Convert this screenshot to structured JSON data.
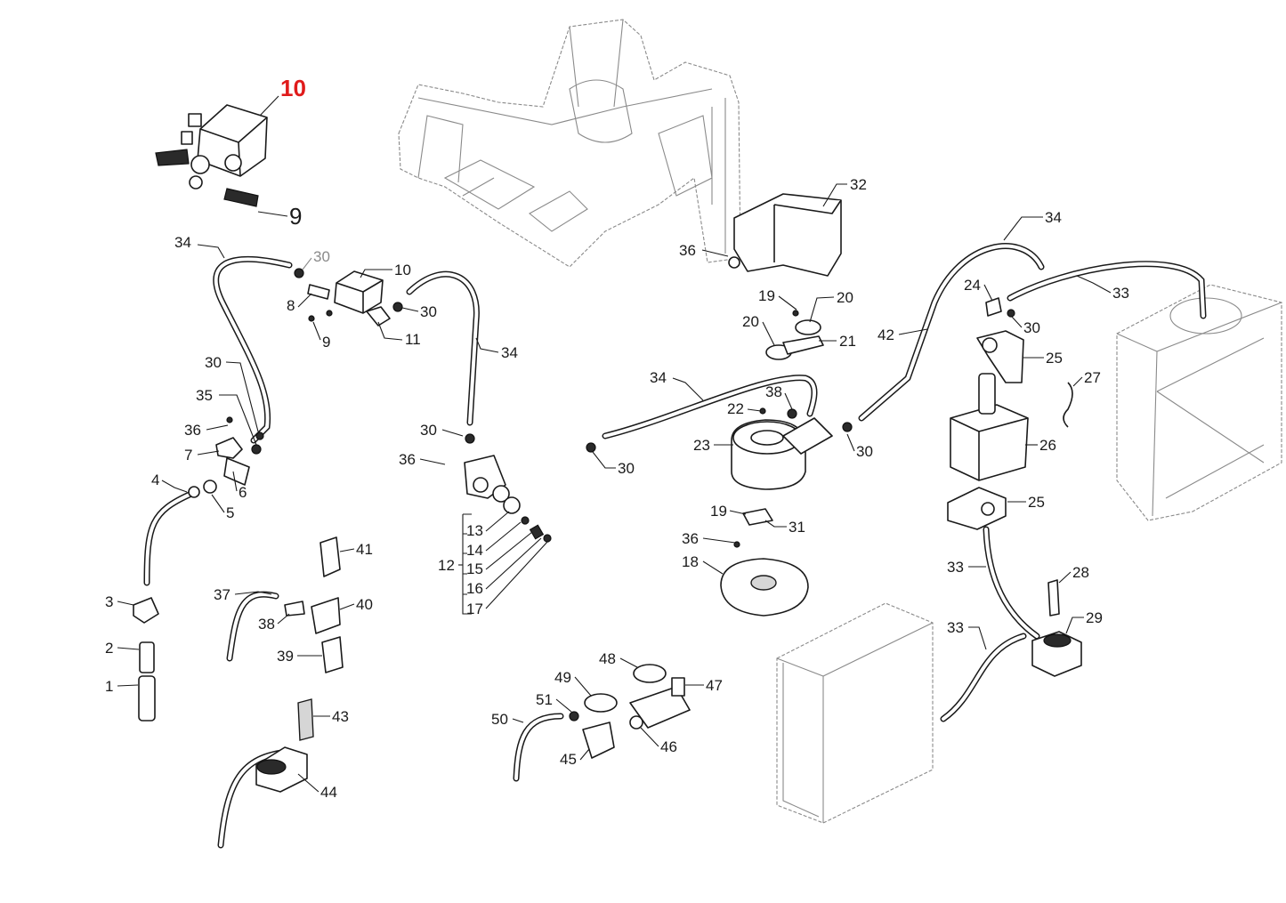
{
  "colors": {
    "highlight": "#e01b1b",
    "line": "#1a1a1a",
    "ghost": "#8a8a8a"
  },
  "callouts": [
    {
      "id": "c10-highlight",
      "text": "10",
      "style": "red"
    },
    {
      "id": "c9-big",
      "text": "9",
      "style": "big"
    },
    {
      "id": "c34-a",
      "text": "34"
    },
    {
      "id": "c30-grey",
      "text": "30",
      "style": "grey"
    },
    {
      "id": "c10",
      "text": "10"
    },
    {
      "id": "c8",
      "text": "8"
    },
    {
      "id": "c30-a",
      "text": "30"
    },
    {
      "id": "c9",
      "text": "9"
    },
    {
      "id": "c11",
      "text": "11"
    },
    {
      "id": "c34-b",
      "text": "34"
    },
    {
      "id": "c30-b",
      "text": "30"
    },
    {
      "id": "c35",
      "text": "35"
    },
    {
      "id": "c36-a",
      "text": "36"
    },
    {
      "id": "c7",
      "text": "7"
    },
    {
      "id": "c4",
      "text": "4"
    },
    {
      "id": "c6",
      "text": "6"
    },
    {
      "id": "c5",
      "text": "5"
    },
    {
      "id": "c3",
      "text": "3"
    },
    {
      "id": "c2",
      "text": "2"
    },
    {
      "id": "c1",
      "text": "1"
    },
    {
      "id": "c30-c",
      "text": "30"
    },
    {
      "id": "c36-b",
      "text": "36"
    },
    {
      "id": "c13",
      "text": "13"
    },
    {
      "id": "c14",
      "text": "14"
    },
    {
      "id": "c12",
      "text": "12"
    },
    {
      "id": "c15",
      "text": "15"
    },
    {
      "id": "c16",
      "text": "16"
    },
    {
      "id": "c17",
      "text": "17"
    },
    {
      "id": "c41",
      "text": "41"
    },
    {
      "id": "c37",
      "text": "37"
    },
    {
      "id": "c40",
      "text": "40"
    },
    {
      "id": "c38",
      "text": "38"
    },
    {
      "id": "c39",
      "text": "39"
    },
    {
      "id": "c43",
      "text": "43"
    },
    {
      "id": "c44",
      "text": "44"
    },
    {
      "id": "c32",
      "text": "32"
    },
    {
      "id": "c36-c",
      "text": "36"
    },
    {
      "id": "c19-a",
      "text": "19"
    },
    {
      "id": "c20-a",
      "text": "20"
    },
    {
      "id": "c20-b",
      "text": "20"
    },
    {
      "id": "c21",
      "text": "21"
    },
    {
      "id": "c34-c",
      "text": "34"
    },
    {
      "id": "c38-b",
      "text": "38"
    },
    {
      "id": "c22",
      "text": "22"
    },
    {
      "id": "c23",
      "text": "23"
    },
    {
      "id": "c30-d",
      "text": "30"
    },
    {
      "id": "c30-e",
      "text": "30"
    },
    {
      "id": "c19-b",
      "text": "19"
    },
    {
      "id": "c31",
      "text": "31"
    },
    {
      "id": "c36-d",
      "text": "36"
    },
    {
      "id": "c18",
      "text": "18"
    },
    {
      "id": "c34-d",
      "text": "34"
    },
    {
      "id": "c24",
      "text": "24"
    },
    {
      "id": "c33-a",
      "text": "33"
    },
    {
      "id": "c30-f",
      "text": "30"
    },
    {
      "id": "c42",
      "text": "42"
    },
    {
      "id": "c25-a",
      "text": "25"
    },
    {
      "id": "c27",
      "text": "27"
    },
    {
      "id": "c26",
      "text": "26"
    },
    {
      "id": "c25-b",
      "text": "25"
    },
    {
      "id": "c33-b",
      "text": "33"
    },
    {
      "id": "c28",
      "text": "28"
    },
    {
      "id": "c29",
      "text": "29"
    },
    {
      "id": "c33-c",
      "text": "33"
    },
    {
      "id": "c48",
      "text": "48"
    },
    {
      "id": "c49",
      "text": "49"
    },
    {
      "id": "c47",
      "text": "47"
    },
    {
      "id": "c51",
      "text": "51"
    },
    {
      "id": "c50",
      "text": "50"
    },
    {
      "id": "c46",
      "text": "46"
    },
    {
      "id": "c45",
      "text": "45"
    }
  ]
}
